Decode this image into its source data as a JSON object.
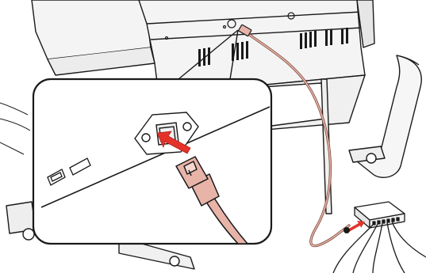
{
  "diagram": {
    "subject": "printer-lan-cable-connection",
    "callout": "network-port-closeup",
    "accent_colors": {
      "cable": "#e8b4a8",
      "cable_dark": "#c08070",
      "arrow": "#e4322b",
      "line": "#1a1a1a",
      "panel_fill": "#ffffff",
      "printer_fill": "#f4f4f4"
    },
    "icons": [
      "printer-body",
      "lan-port",
      "usb-port",
      "lan-cable-connector",
      "network-hub",
      "insert-arrow"
    ]
  }
}
